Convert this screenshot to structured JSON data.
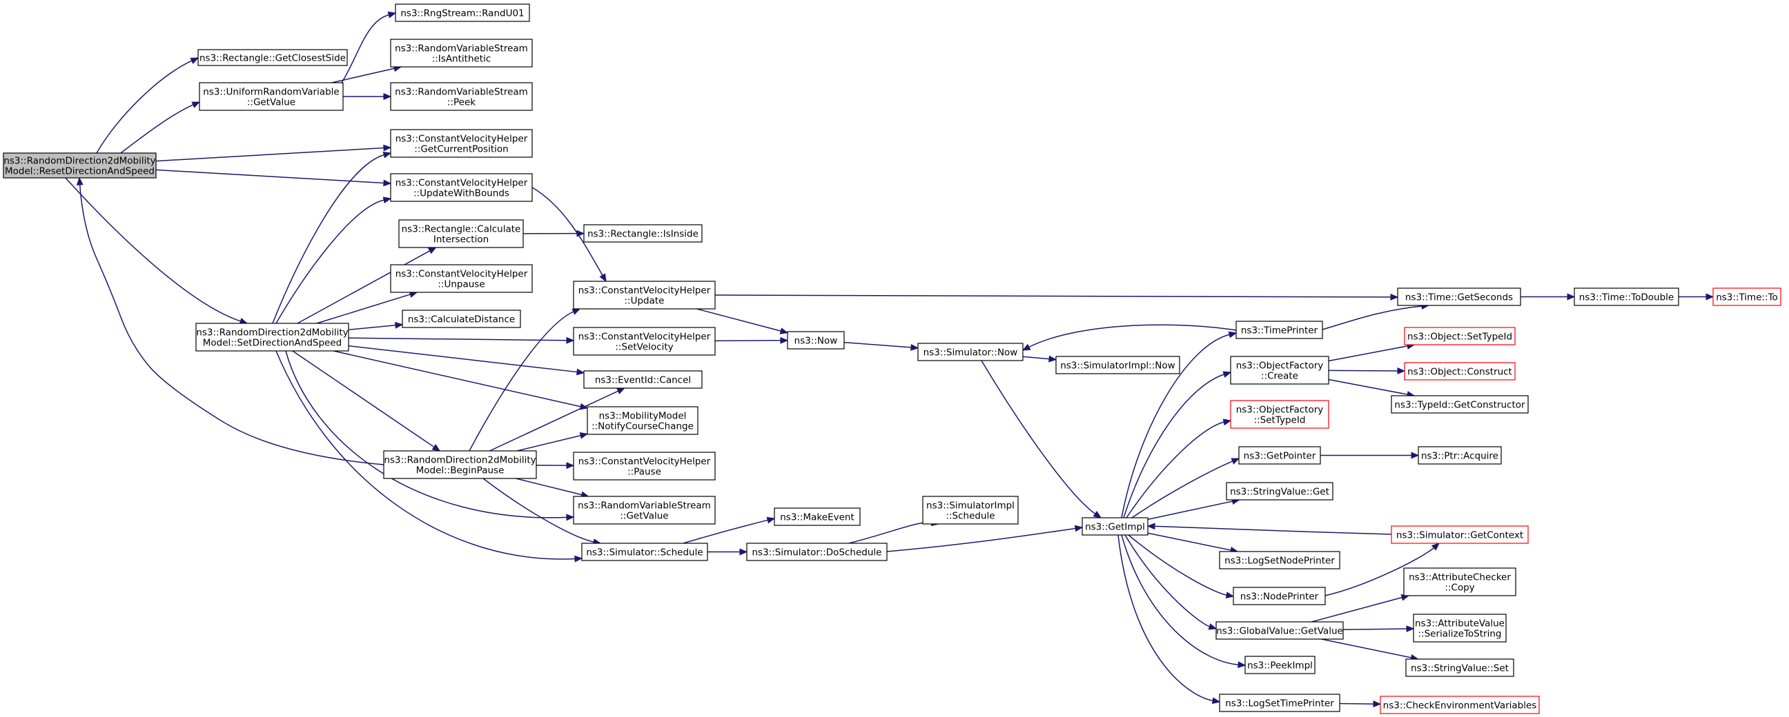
{
  "colors": {
    "edge": "#191970",
    "node_border": "#000000",
    "truncated_border": "#ff0000",
    "root_fill": "#bfbfbf",
    "node_fill": "#ffffff"
  },
  "nodes": {
    "reset": {
      "lines": [
        "ns3::RandomDirection2dMobility",
        "Model::ResetDirectionAndSpeed"
      ],
      "root": true
    },
    "closest": {
      "lines": [
        "ns3::Rectangle::GetClosestSide"
      ]
    },
    "uniform": {
      "lines": [
        "ns3::UniformRandomVariable",
        "::GetValue"
      ]
    },
    "randu01": {
      "lines": [
        "ns3::RngStream::RandU01"
      ]
    },
    "isanti": {
      "lines": [
        "ns3::RandomVariableStream",
        "::IsAntithetic"
      ]
    },
    "peek": {
      "lines": [
        "ns3::RandomVariableStream",
        "::Peek"
      ]
    },
    "getcurpos": {
      "lines": [
        "ns3::ConstantVelocityHelper",
        "::GetCurrentPosition"
      ]
    },
    "updbounds": {
      "lines": [
        "ns3::ConstantVelocityHelper",
        "::UpdateWithBounds"
      ]
    },
    "calcint": {
      "lines": [
        "ns3::Rectangle::Calculate",
        "Intersection"
      ]
    },
    "isinside": {
      "lines": [
        "ns3::Rectangle::IsInside"
      ]
    },
    "unpause": {
      "lines": [
        "ns3::ConstantVelocityHelper",
        "::Unpause"
      ]
    },
    "calcdist": {
      "lines": [
        "ns3::CalculateDistance"
      ]
    },
    "setdir": {
      "lines": [
        "ns3::RandomDirection2dMobility",
        "Model::SetDirectionAndSpeed"
      ]
    },
    "cvupdate": {
      "lines": [
        "ns3::ConstantVelocityHelper",
        "::Update"
      ]
    },
    "setvel": {
      "lines": [
        "ns3::ConstantVelocityHelper",
        "::SetVelocity"
      ]
    },
    "now": {
      "lines": [
        "ns3::Now"
      ]
    },
    "cancel": {
      "lines": [
        "ns3::EventId::Cancel"
      ]
    },
    "notify": {
      "lines": [
        "ns3::MobilityModel",
        "::NotifyCourseChange"
      ]
    },
    "beginpause": {
      "lines": [
        "ns3::RandomDirection2dMobility",
        "Model::BeginPause"
      ]
    },
    "cvpause": {
      "lines": [
        "ns3::ConstantVelocityHelper",
        "::Pause"
      ]
    },
    "rvsget": {
      "lines": [
        "ns3::RandomVariableStream",
        "::GetValue"
      ]
    },
    "schedule": {
      "lines": [
        "ns3::Simulator::Schedule"
      ]
    },
    "makeevent": {
      "lines": [
        "ns3::MakeEvent"
      ]
    },
    "doschedule": {
      "lines": [
        "ns3::Simulator::DoSchedule"
      ]
    },
    "simimplsched": {
      "lines": [
        "ns3::SimulatorImpl",
        "::Schedule"
      ]
    },
    "simnow": {
      "lines": [
        "ns3::Simulator::Now"
      ]
    },
    "simimplnow": {
      "lines": [
        "ns3::SimulatorImpl::Now"
      ]
    },
    "getimpl": {
      "lines": [
        "ns3::GetImpl"
      ]
    },
    "getseconds": {
      "lines": [
        "ns3::Time::GetSeconds"
      ]
    },
    "todouble": {
      "lines": [
        "ns3::Time::ToDouble"
      ]
    },
    "timeto": {
      "lines": [
        "ns3::Time::To"
      ],
      "truncated": true
    },
    "timeprinter": {
      "lines": [
        "ns3::TimePrinter"
      ]
    },
    "ofcreate": {
      "lines": [
        "ns3::ObjectFactory",
        "::Create"
      ]
    },
    "settypeid": {
      "lines": [
        "ns3::Object::SetTypeId"
      ],
      "truncated": true
    },
    "construct": {
      "lines": [
        "ns3::Object::Construct"
      ],
      "truncated": true
    },
    "getctor": {
      "lines": [
        "ns3::TypeId::GetConstructor"
      ]
    },
    "ofsettypeid": {
      "lines": [
        "ns3::ObjectFactory",
        "::SetTypeId"
      ],
      "truncated": true
    },
    "getpointer": {
      "lines": [
        "ns3::GetPointer"
      ]
    },
    "ptracquire": {
      "lines": [
        "ns3::Ptr::Acquire"
      ]
    },
    "strget": {
      "lines": [
        "ns3::StringValue::Get"
      ]
    },
    "getcontext": {
      "lines": [
        "ns3::Simulator::GetContext"
      ],
      "truncated": true
    },
    "logsetnode": {
      "lines": [
        "ns3::LogSetNodePrinter"
      ]
    },
    "nodeprinter": {
      "lines": [
        "ns3::NodePrinter"
      ]
    },
    "attrcheck": {
      "lines": [
        "ns3::AttributeChecker",
        "::Copy"
      ]
    },
    "gvget": {
      "lines": [
        "ns3::GlobalValue::GetValue"
      ]
    },
    "attrval": {
      "lines": [
        "ns3::AttributeValue",
        "::SerializeToString"
      ]
    },
    "strset": {
      "lines": [
        "ns3::StringValue::Set"
      ]
    },
    "peekimpl": {
      "lines": [
        "ns3::PeekImpl"
      ]
    },
    "logsettime": {
      "lines": [
        "ns3::LogSetTimePrinter"
      ]
    },
    "checkenv": {
      "lines": [
        "ns3::CheckEnvironmentVariables"
      ],
      "truncated": true
    }
  },
  "edges": [
    [
      "reset",
      "closest"
    ],
    [
      "reset",
      "uniform"
    ],
    [
      "reset",
      "getcurpos"
    ],
    [
      "reset",
      "updbounds"
    ],
    [
      "reset",
      "setdir"
    ],
    [
      "uniform",
      "randu01"
    ],
    [
      "uniform",
      "isanti"
    ],
    [
      "uniform",
      "peek"
    ],
    [
      "setdir",
      "getcurpos"
    ],
    [
      "setdir",
      "updbounds"
    ],
    [
      "setdir",
      "calcint"
    ],
    [
      "setdir",
      "unpause"
    ],
    [
      "setdir",
      "calcdist"
    ],
    [
      "setdir",
      "setvel"
    ],
    [
      "setdir",
      "cancel"
    ],
    [
      "setdir",
      "notify"
    ],
    [
      "setdir",
      "beginpause"
    ],
    [
      "setdir",
      "rvsget"
    ],
    [
      "setdir",
      "schedule"
    ],
    [
      "updbounds",
      "cvupdate"
    ],
    [
      "calcint",
      "isinside"
    ],
    [
      "cvupdate",
      "getseconds"
    ],
    [
      "cvupdate",
      "now"
    ],
    [
      "setvel",
      "now"
    ],
    [
      "now",
      "simnow"
    ],
    [
      "simnow",
      "simimplnow"
    ],
    [
      "simnow",
      "getimpl"
    ],
    [
      "beginpause",
      "reset"
    ],
    [
      "beginpause",
      "cvupdate"
    ],
    [
      "beginpause",
      "cancel"
    ],
    [
      "beginpause",
      "notify"
    ],
    [
      "beginpause",
      "cvpause"
    ],
    [
      "beginpause",
      "rvsget"
    ],
    [
      "beginpause",
      "schedule"
    ],
    [
      "schedule",
      "makeevent"
    ],
    [
      "schedule",
      "doschedule"
    ],
    [
      "doschedule",
      "simimplsched"
    ],
    [
      "doschedule",
      "getimpl"
    ],
    [
      "getimpl",
      "timeprinter"
    ],
    [
      "getimpl",
      "ofcreate"
    ],
    [
      "getimpl",
      "ofsettypeid"
    ],
    [
      "getimpl",
      "getpointer"
    ],
    [
      "getimpl",
      "strget"
    ],
    [
      "getimpl",
      "logsetnode"
    ],
    [
      "getimpl",
      "nodeprinter"
    ],
    [
      "getimpl",
      "gvget"
    ],
    [
      "getimpl",
      "peekimpl"
    ],
    [
      "getimpl",
      "logsettime"
    ],
    [
      "getcontext",
      "getimpl"
    ],
    [
      "nodeprinter",
      "getcontext"
    ],
    [
      "timeprinter",
      "simnow"
    ],
    [
      "timeprinter",
      "getseconds"
    ],
    [
      "getseconds",
      "todouble"
    ],
    [
      "todouble",
      "timeto"
    ],
    [
      "ofcreate",
      "settypeid"
    ],
    [
      "ofcreate",
      "construct"
    ],
    [
      "ofcreate",
      "getctor"
    ],
    [
      "getpointer",
      "ptracquire"
    ],
    [
      "gvget",
      "attrcheck"
    ],
    [
      "gvget",
      "attrval"
    ],
    [
      "gvget",
      "strset"
    ],
    [
      "logsettime",
      "checkenv"
    ]
  ]
}
